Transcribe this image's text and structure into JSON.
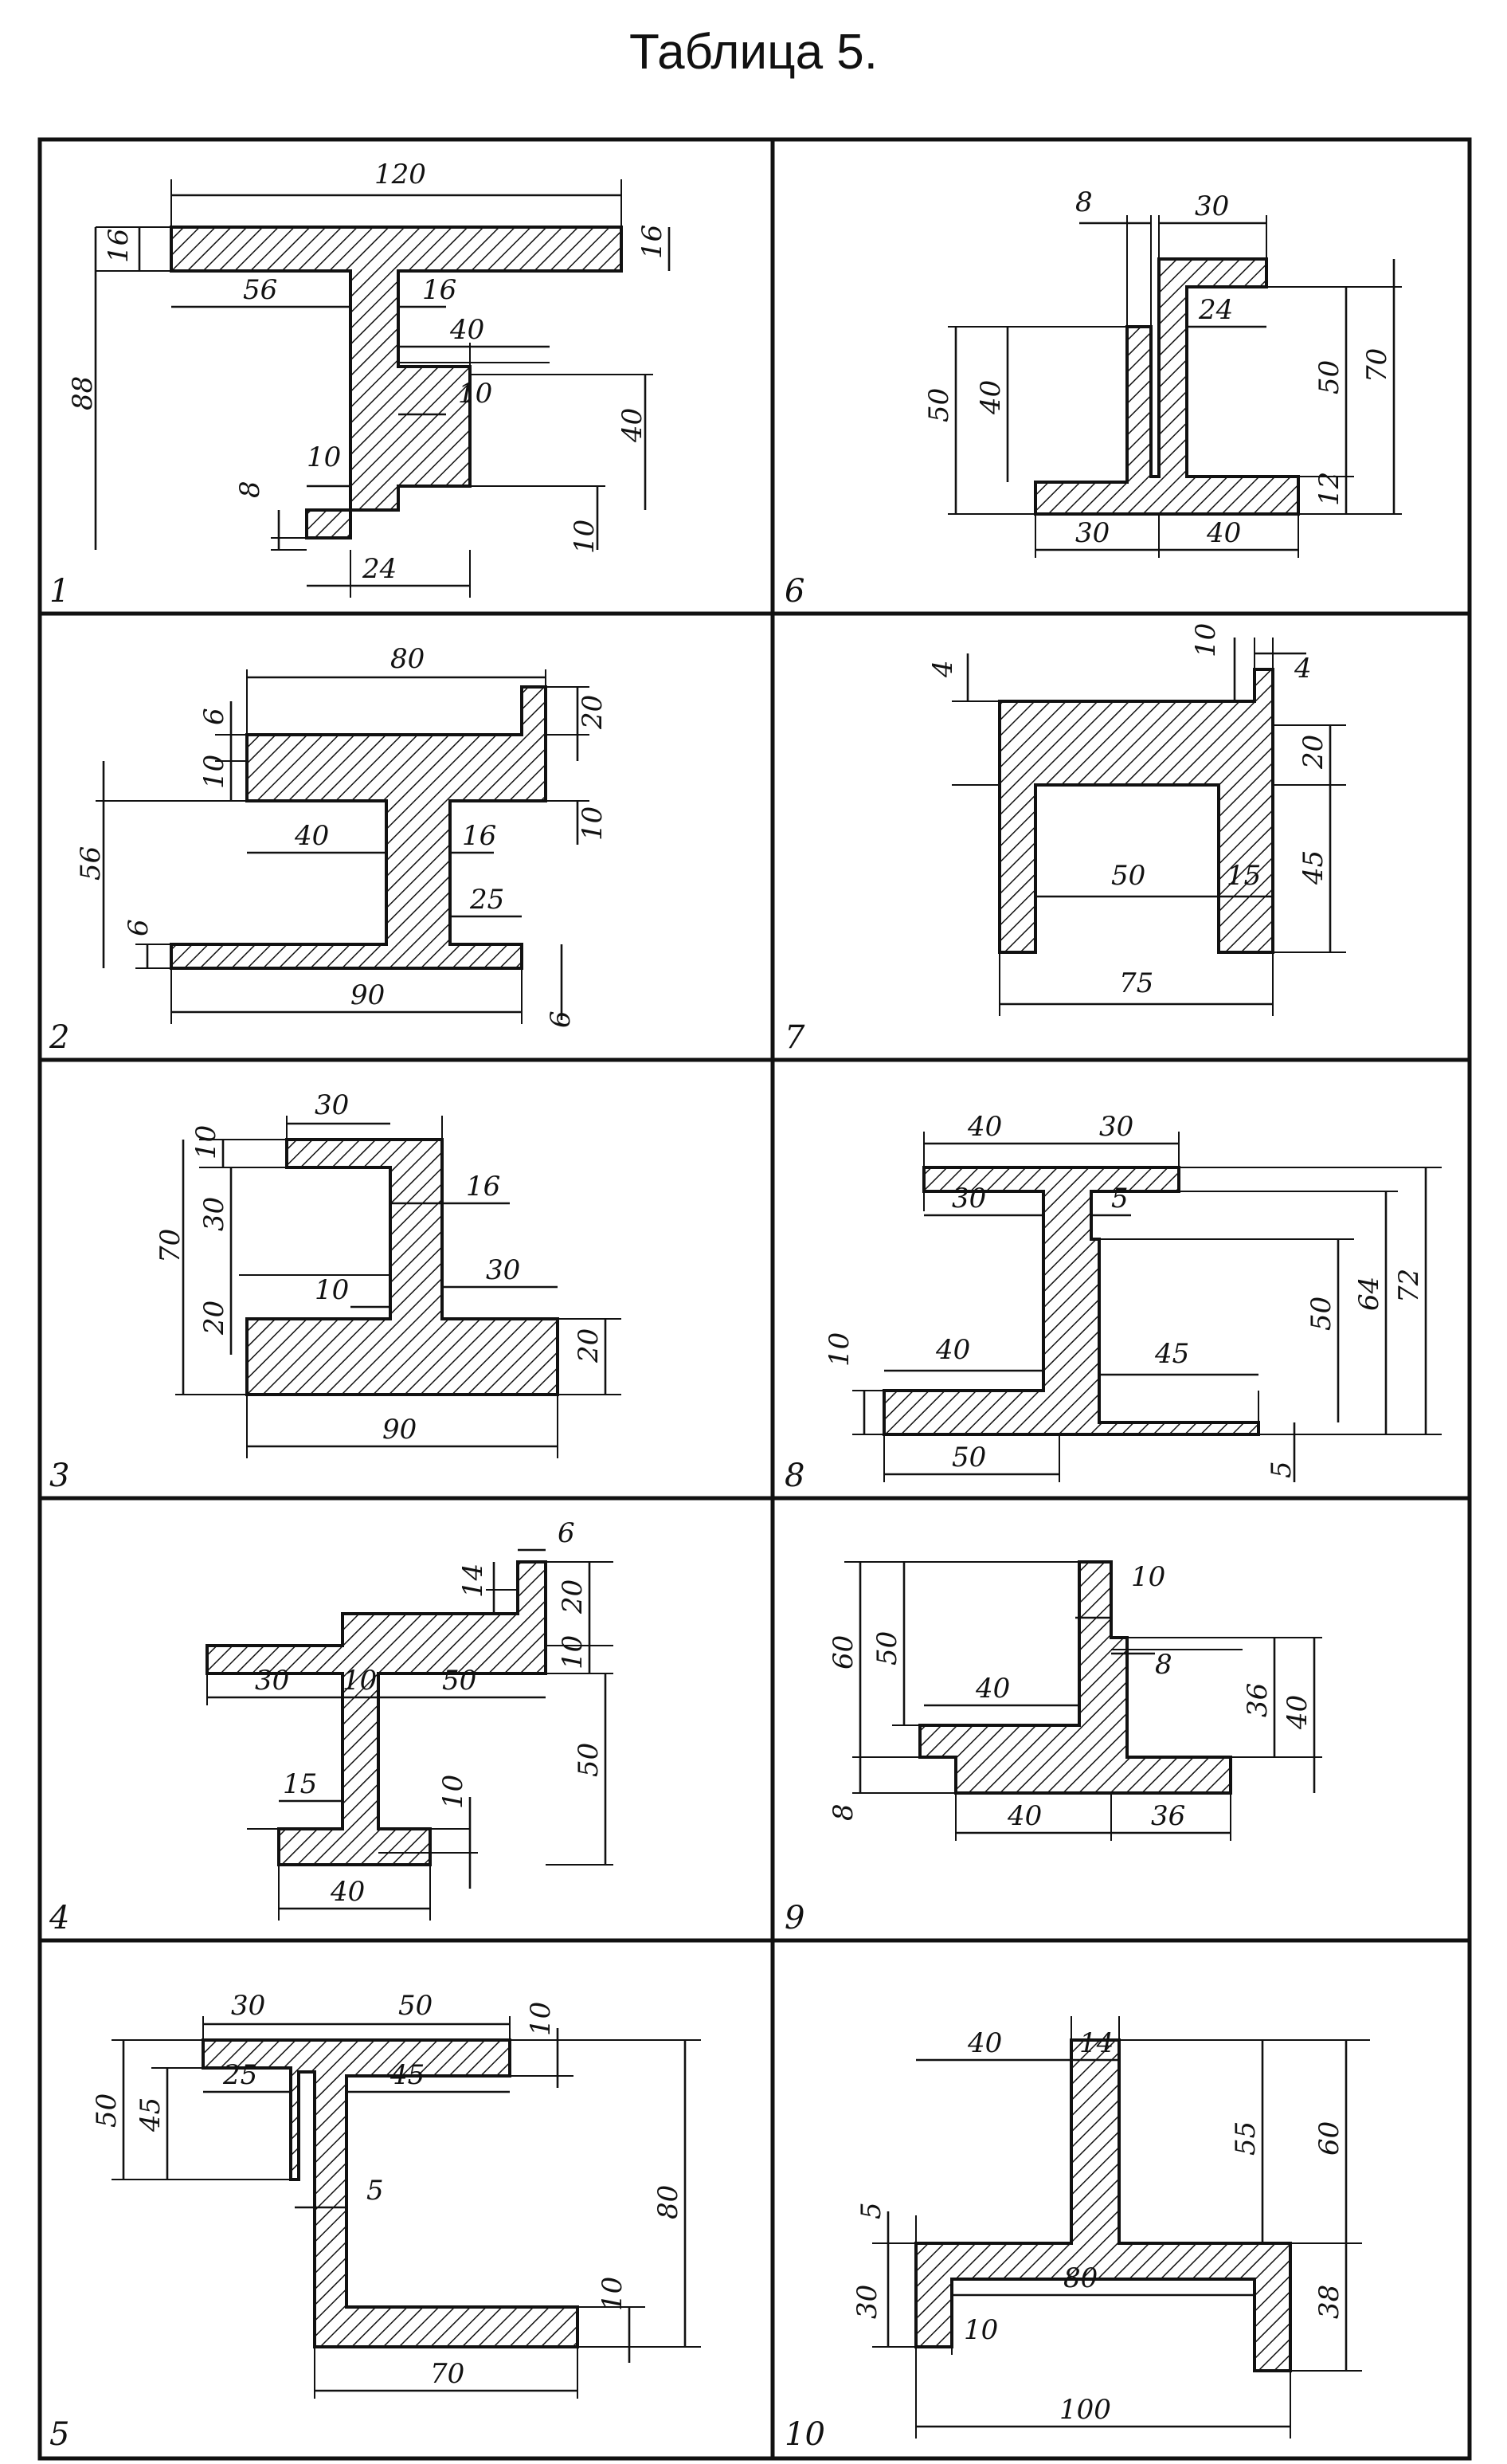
{
  "title": "Таблица 5.",
  "panels": [
    {
      "number": "1",
      "labels": [
        "120",
        "16",
        "16",
        "56",
        "16",
        "40",
        "10",
        "88",
        "40",
        "10",
        "8",
        "24",
        "10"
      ]
    },
    {
      "number": "2",
      "labels": [
        "80",
        "6",
        "20",
        "10",
        "56",
        "40",
        "16",
        "10",
        "25",
        "6",
        "90",
        "6"
      ]
    },
    {
      "number": "3",
      "labels": [
        "30",
        "10",
        "16",
        "70",
        "30",
        "30",
        "20",
        "10",
        "20",
        "90"
      ]
    },
    {
      "number": "4",
      "labels": [
        "6",
        "14",
        "20",
        "10",
        "30",
        "10",
        "50",
        "15",
        "10",
        "50",
        "40"
      ]
    },
    {
      "number": "5",
      "labels": [
        "30",
        "50",
        "10",
        "50",
        "25",
        "45",
        "45",
        "80",
        "5",
        "10",
        "70"
      ]
    },
    {
      "number": "6",
      "labels": [
        "8",
        "30",
        "24",
        "50",
        "40",
        "50",
        "70",
        "12",
        "30",
        "40"
      ]
    },
    {
      "number": "7",
      "labels": [
        "4",
        "10",
        "4",
        "20",
        "50",
        "15",
        "45",
        "75"
      ]
    },
    {
      "number": "8",
      "labels": [
        "40",
        "30",
        "30",
        "5",
        "50",
        "64",
        "72",
        "10",
        "40",
        "45",
        "50",
        "5"
      ]
    },
    {
      "number": "9",
      "labels": [
        "10",
        "60",
        "50",
        "8",
        "40",
        "36",
        "40",
        "8",
        "40",
        "36"
      ]
    },
    {
      "number": "10",
      "labels": [
        "40",
        "14",
        "55",
        "60",
        "5",
        "30",
        "80",
        "38",
        "10",
        "100"
      ]
    }
  ]
}
